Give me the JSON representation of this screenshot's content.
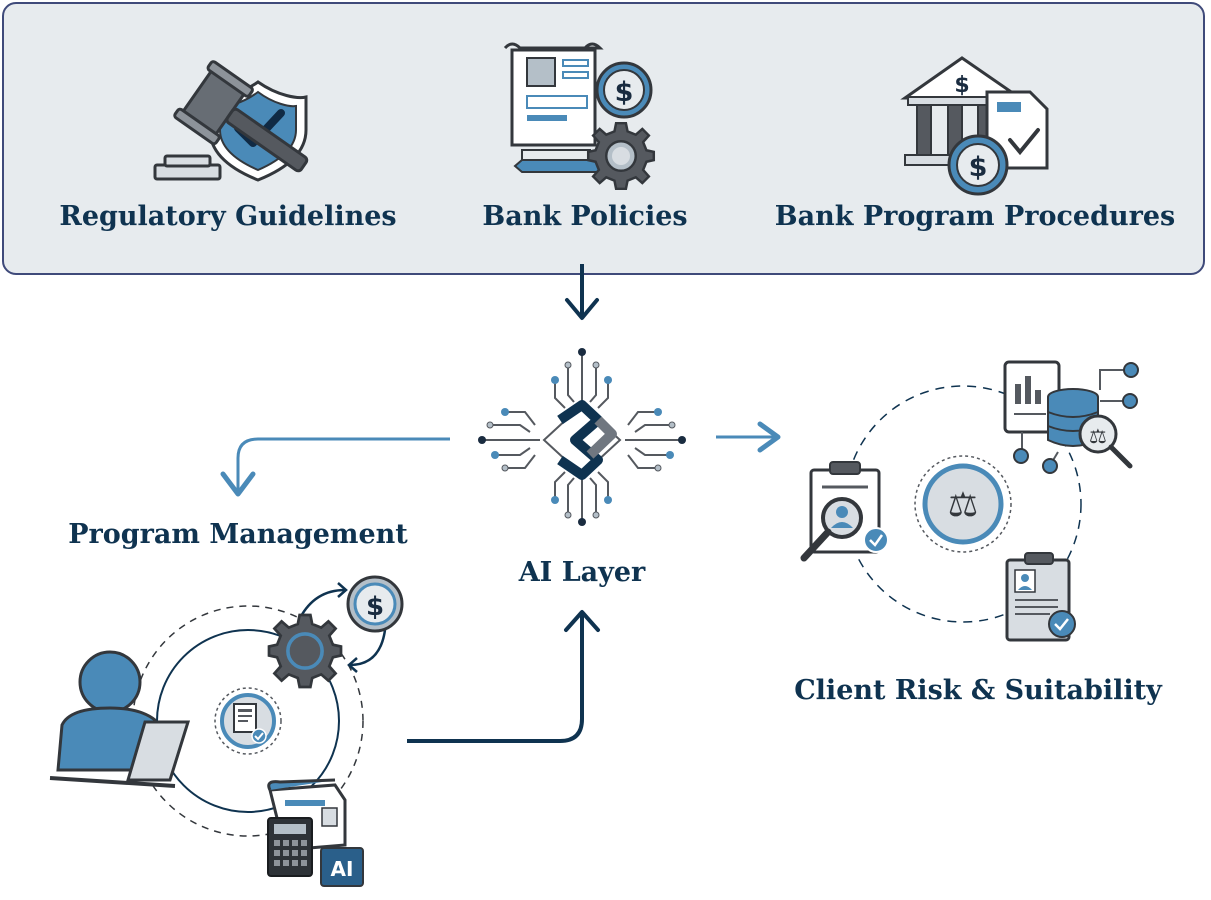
{
  "inputs": {
    "regulatory": "Regulatory Guidelines",
    "policies": "Bank Policies",
    "procedures": "Bank Program Procedures"
  },
  "program_management": {
    "label": "Program Management",
    "badge": "AI"
  },
  "ai_layer": {
    "label": "AI Layer"
  },
  "client_risk": {
    "label": "Client Risk & Suitability"
  },
  "icons": {
    "dollar": "$",
    "scales": "⚖"
  },
  "colors": {
    "navy": "#0f3350",
    "steel_blue": "#4a8ab8",
    "gray": "#555b63",
    "panel_bg": "#e7ebee",
    "panel_border": "#3f4a7a"
  }
}
